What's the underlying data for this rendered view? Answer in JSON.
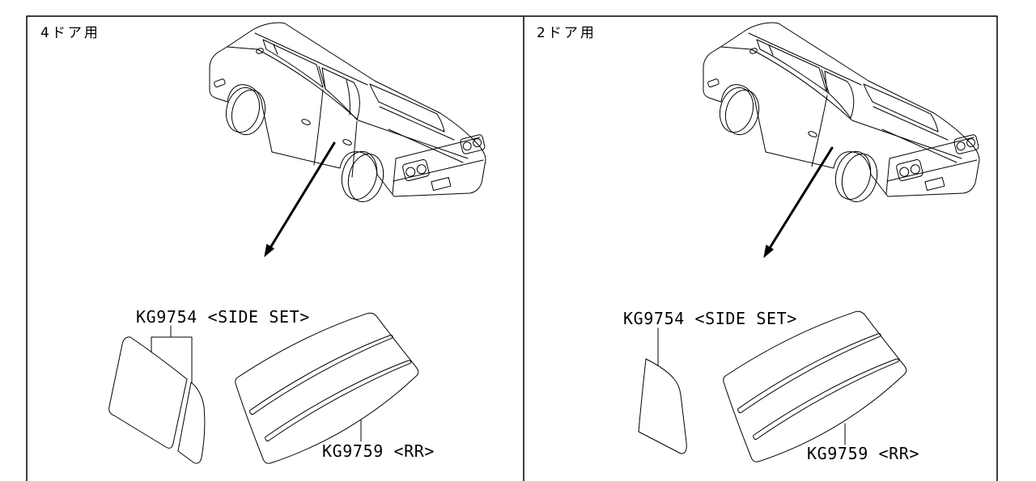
{
  "diagram_title": "window film application diagram",
  "colors": {
    "line": "#000000",
    "background": "#ffffff"
  },
  "panels": [
    {
      "id": "four-door",
      "title": "4ドア用",
      "labels": {
        "side_set": "KG9754 <SIDE SET>",
        "rear": "KG9759 <RR>"
      }
    },
    {
      "id": "two-door",
      "title": "2ドア用",
      "labels": {
        "side_set": "KG9754 <SIDE SET>",
        "rear": "KG9759 <RR>"
      }
    }
  ]
}
